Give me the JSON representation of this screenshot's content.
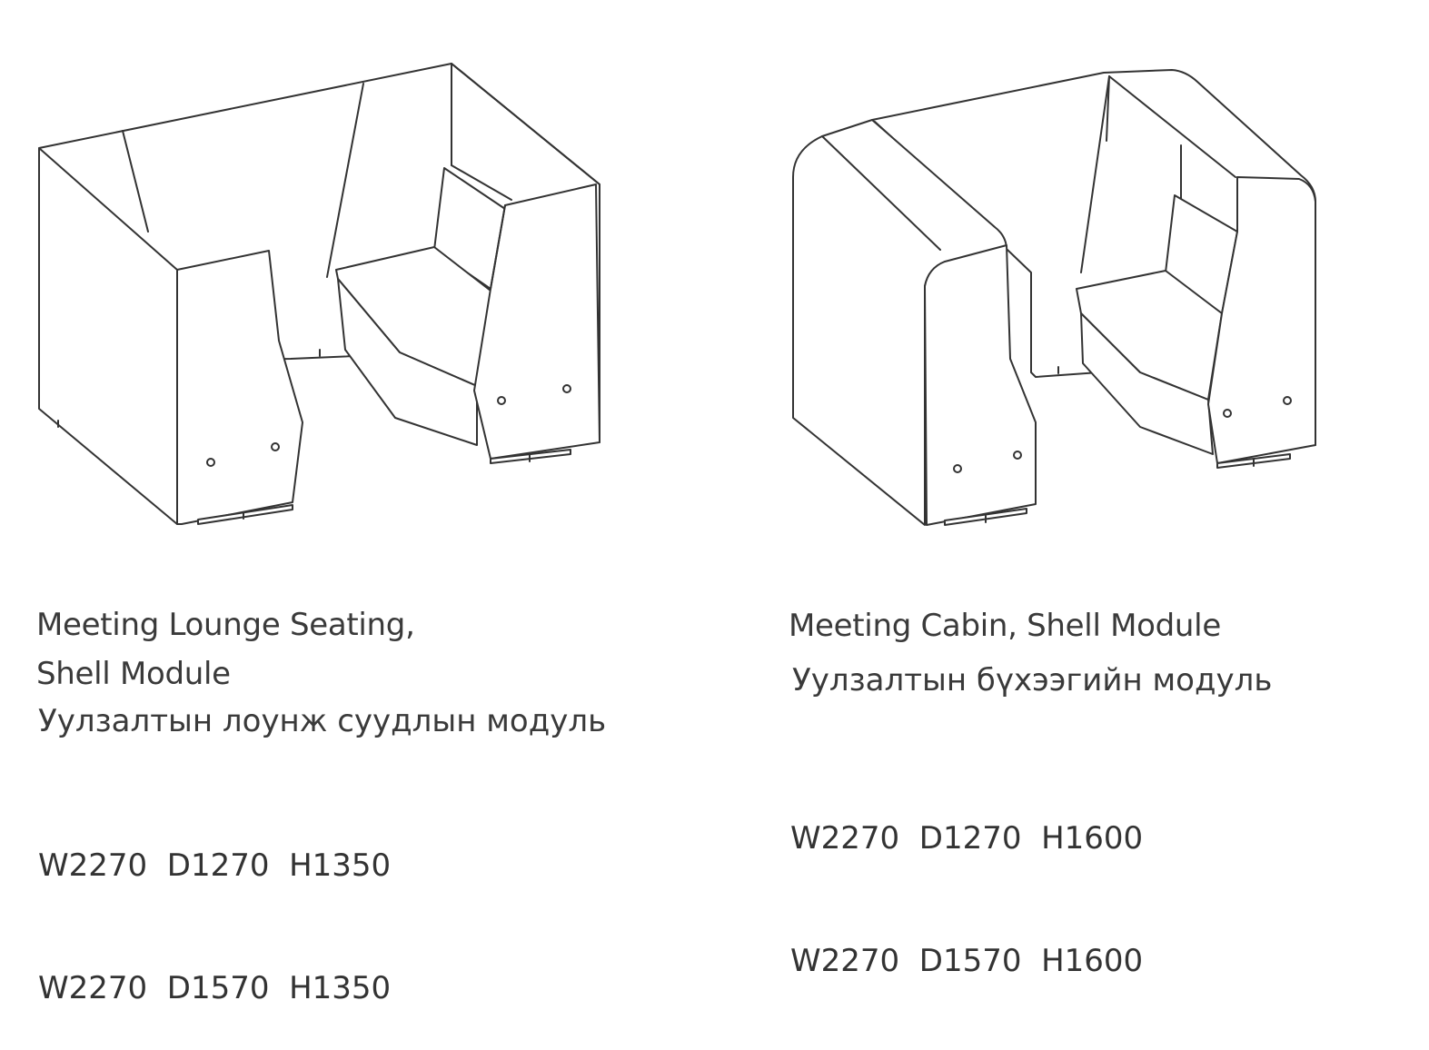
{
  "products": [
    {
      "name_lines": [
        "Meeting Lounge Seating,",
        "Shell Module"
      ],
      "name_mn": "Уулзалтын лоунж суудлын модуль",
      "dimensions": [
        "W2270  D1270  H1350",
        "W2270  D1570  H1350"
      ]
    },
    {
      "name_lines": [
        "Meeting Cabin, Shell Module"
      ],
      "name_mn": "Уулзалтын бүхээгийн модуль",
      "dimensions": [
        "W2270  D1270  H1600",
        "W2270  D1570  H1600"
      ]
    }
  ],
  "colors": {
    "line": "#333333",
    "text": "#3a3a3a",
    "background": "#ffffff"
  }
}
